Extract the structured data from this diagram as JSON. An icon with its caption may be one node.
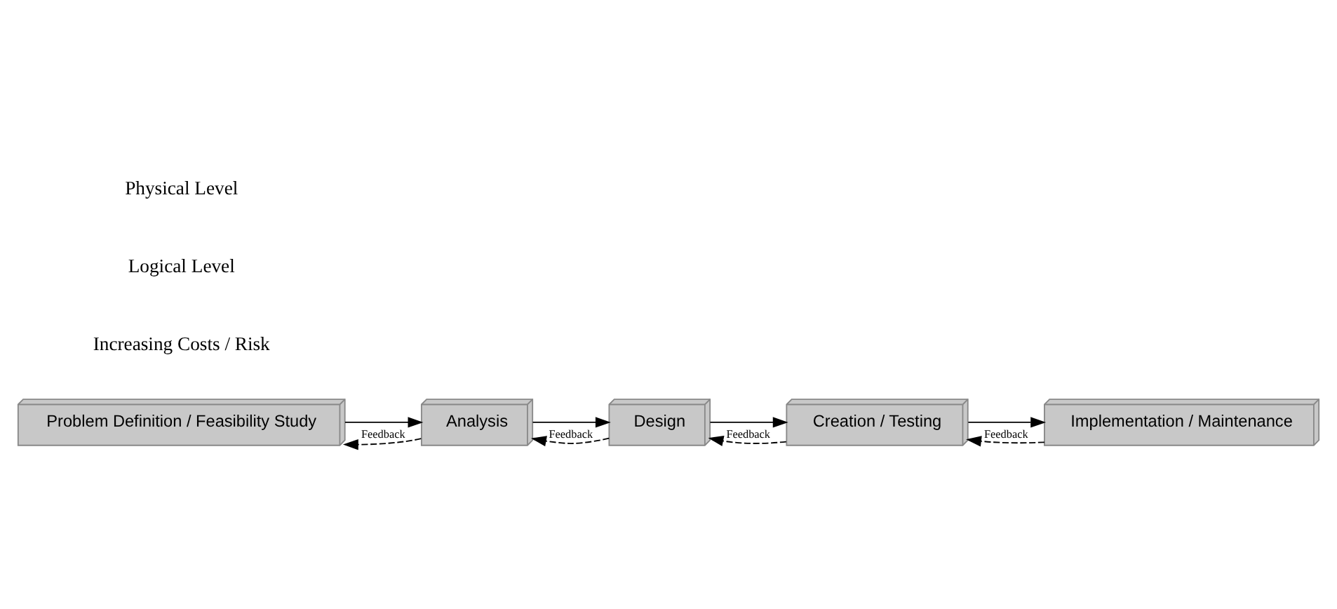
{
  "diagram": {
    "nodes": [
      {
        "text": [
          "Problem Definition / Feasibility Study"
        ]
      },
      {
        "text": [
          "Analysis"
        ]
      },
      {
        "text": [
          "Design"
        ]
      },
      {
        "text": [
          "Creation / Testing"
        ]
      },
      {
        "text": [
          "Implementation / Maintenance"
        ]
      }
    ],
    "edges": [
      {
        "from": 0,
        "to": 1,
        "arrow": "to"
      },
      {
        "from": 1,
        "to": 0,
        "arrow": "to",
        "style": "dashed",
        "label": "Feedback"
      },
      {
        "from": 1,
        "to": 2,
        "arrow": "to"
      },
      {
        "from": 2,
        "to": 1,
        "arrow": "to",
        "style": "dashed",
        "label": "Feedback"
      },
      {
        "from": 2,
        "to": 3,
        "arrow": "to"
      },
      {
        "from": 3,
        "to": 2,
        "arrow": "to",
        "style": "dashed",
        "label": "Feedback"
      },
      {
        "from": 3,
        "to": 4,
        "arrow": "to"
      },
      {
        "from": 4,
        "to": 3,
        "arrow": "to",
        "style": "dashed",
        "label": "Feedback"
      }
    ],
    "labels": [
      "Increasing Costs / Risk",
      "Logical Level",
      "Physical Level"
    ]
  }
}
